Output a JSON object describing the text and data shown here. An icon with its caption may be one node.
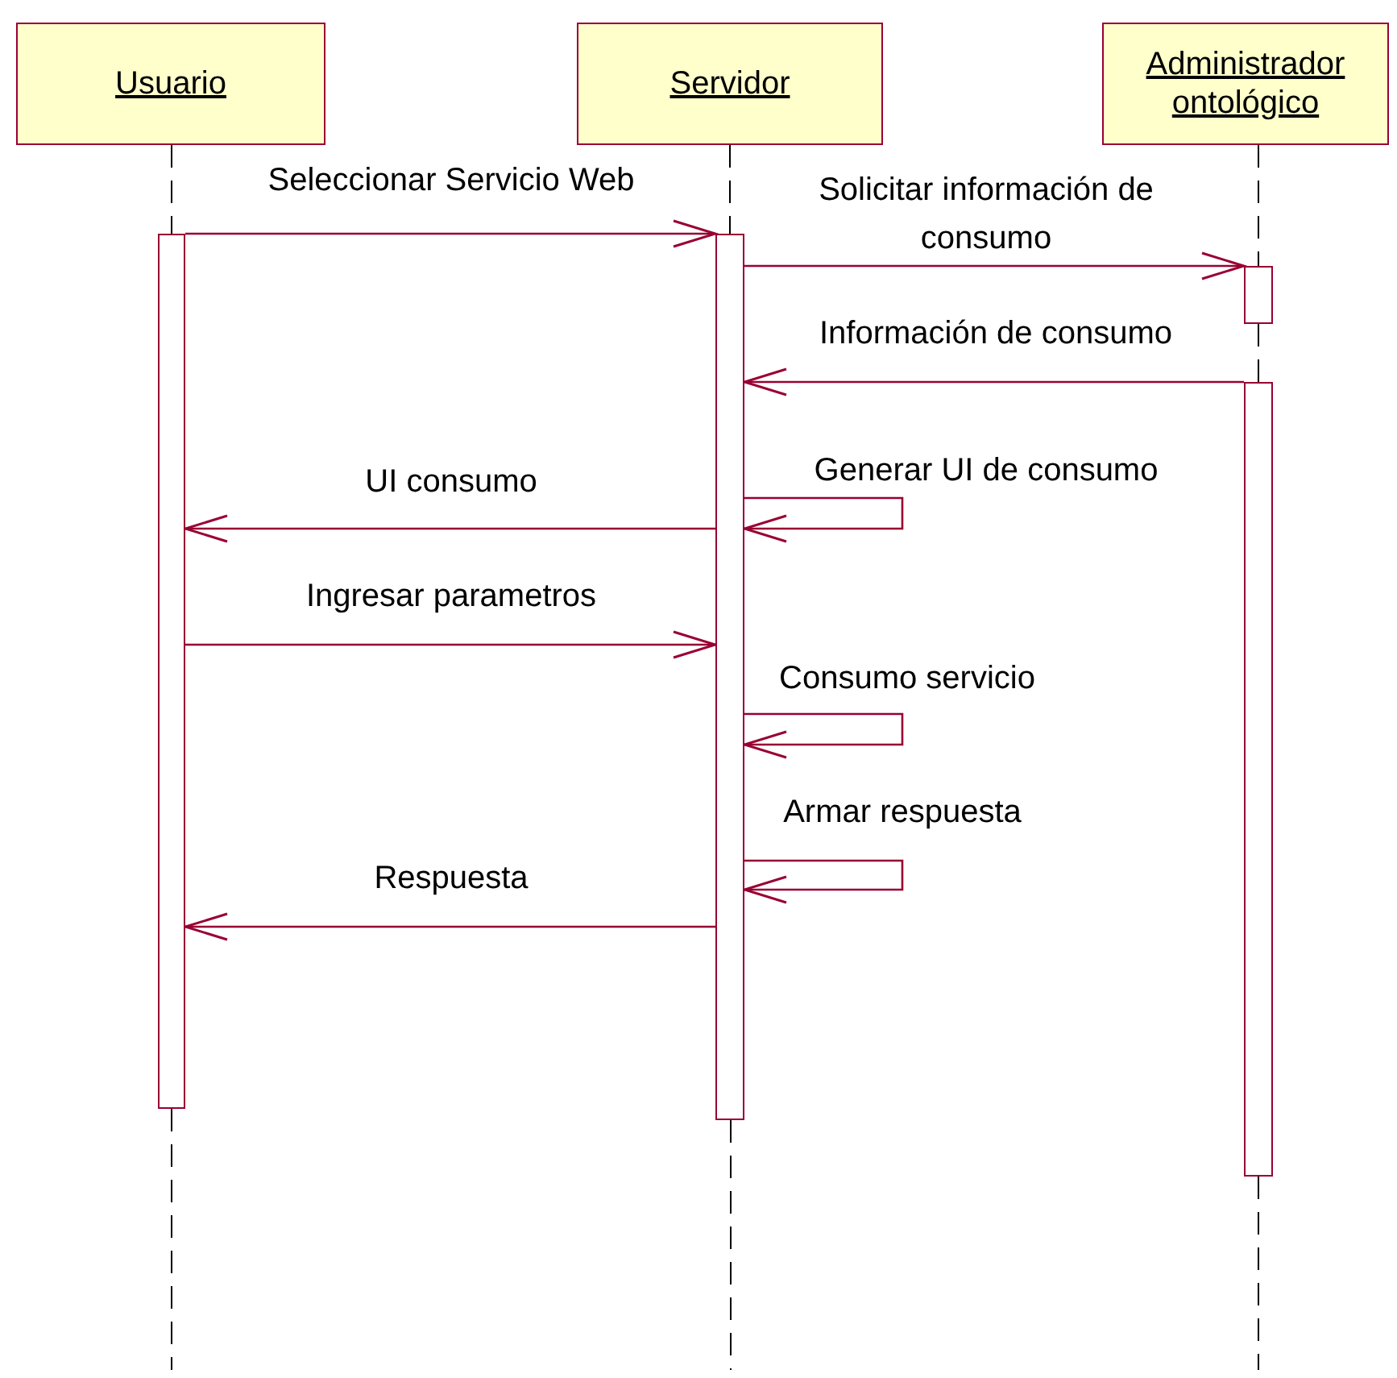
{
  "diagram": {
    "nodes": [
      {
        "text": [
          "Usuario"
        ]
      },
      {
        "text": [
          "Servidor"
        ]
      },
      {
        "text": [
          "Administrador ontológico"
        ]
      },
      {
        "text": [],
        "shape": "bar"
      },
      {
        "text": [],
        "shape": "bar"
      },
      {
        "text": [],
        "shape": "bar"
      },
      {
        "text": [],
        "shape": "bar"
      }
    ],
    "edges": [
      {
        "from": 0,
        "to": 3,
        "arrow": "none",
        "style": "dashed",
        "color": "#000000"
      },
      {
        "from": 1,
        "to": 4,
        "arrow": "none",
        "style": "dashed",
        "color": "#000000"
      },
      {
        "from": 2,
        "to": 5,
        "arrow": "none",
        "style": "dashed",
        "color": "#000000"
      },
      {
        "from": 3,
        "to": 4,
        "arrow": "to",
        "label": "Seleccionar Servicio Web"
      },
      {
        "from": 4,
        "to": 5,
        "arrow": "to",
        "label": "Solicitar información de consumo"
      },
      {
        "from": 6,
        "to": 4,
        "arrow": "to",
        "label": "Información de consumo"
      },
      {
        "from": 4,
        "to": 4,
        "arrow": "to",
        "label": "Generar UI de consumo"
      },
      {
        "from": 4,
        "to": 3,
        "arrow": "to",
        "label": "UI consumo"
      },
      {
        "from": 3,
        "to": 4,
        "arrow": "to",
        "label": "Ingresar parametros"
      },
      {
        "from": 4,
        "to": 4,
        "arrow": "to",
        "label": "Consumo servicio"
      },
      {
        "from": 4,
        "to": 4,
        "arrow": "to",
        "label": "Armar respuesta"
      },
      {
        "from": 4,
        "to": 3,
        "arrow": "to",
        "label": "Respuesta"
      },
      {
        "from": 5,
        "to": 6,
        "arrow": "none",
        "style": "dashed",
        "color": "#000000"
      }
    ]
  }
}
